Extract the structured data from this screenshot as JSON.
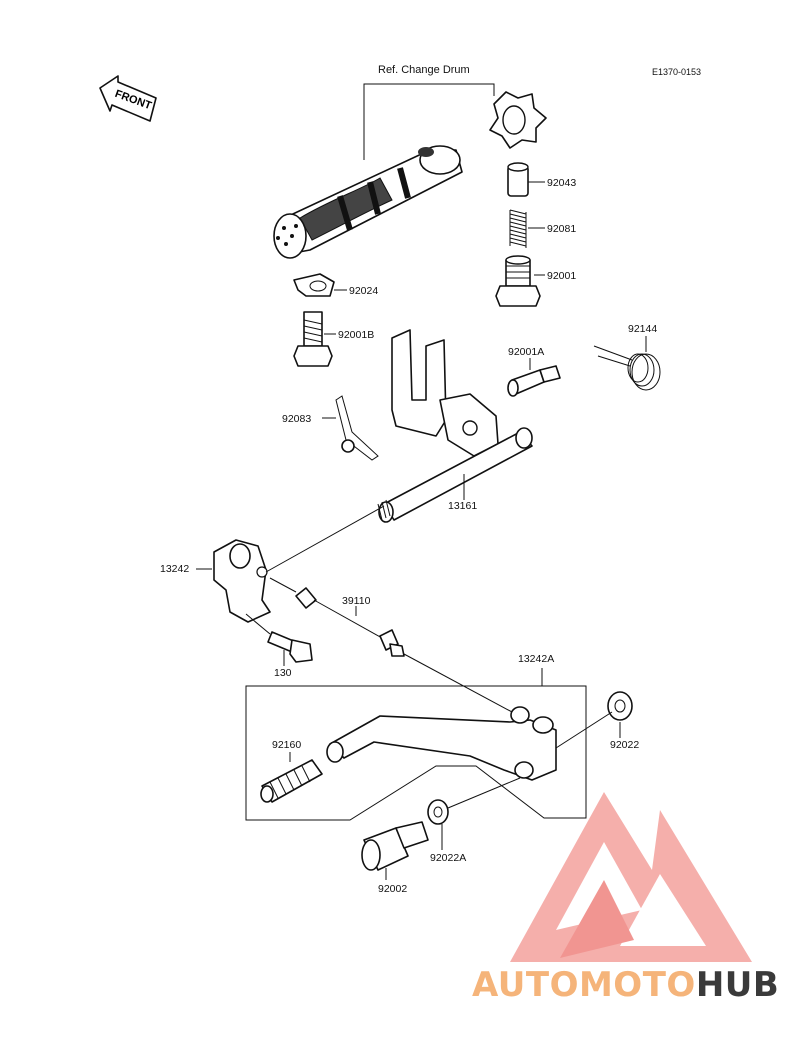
{
  "diagram": {
    "ref_label": "Ref. Change Drum",
    "code": "E1370-0153",
    "front_label": "FRONT",
    "parts": {
      "p92043": "92043",
      "p92081": "92081",
      "p92001": "92001",
      "p92024": "92024",
      "p92001B": "92001B",
      "p92144": "92144",
      "p92001A": "92001A",
      "p92083": "92083",
      "p13161": "13161",
      "p13242": "13242",
      "p39110": "39110",
      "p130": "130",
      "p13242A": "13242A",
      "p92160": "92160",
      "p92022": "92022",
      "p92022A": "92022A",
      "p92002": "92002"
    }
  },
  "watermark": {
    "part1": "AUTOMOTO",
    "part2": "HUB",
    "color_light": "#f5b47a",
    "color_red": "#e8434a",
    "color_dark": "#3a3a3a"
  }
}
